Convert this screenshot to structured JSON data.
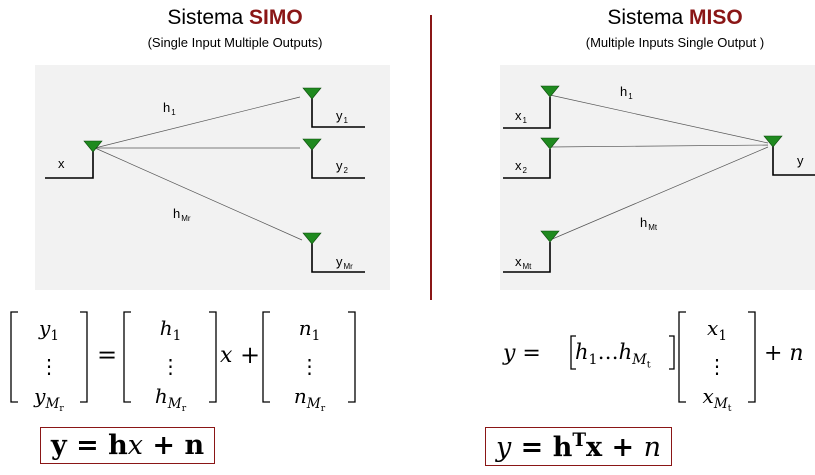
{
  "simo": {
    "title_prefix": "Sistema ",
    "title_bold": "SIMO",
    "subtitle": "(Single Input Multiple Outputs)",
    "input_label": "x",
    "channel_labels": {
      "first": "h",
      "first_sub": "1",
      "last": "h",
      "last_sub": "Mr"
    },
    "output_labels": [
      {
        "base": "y",
        "sub": "1"
      },
      {
        "base": "y",
        "sub": "2"
      },
      {
        "base": "y",
        "sub": "Mr"
      }
    ],
    "matrix_eq": {
      "y": {
        "top": "y",
        "top_sub": "1",
        "dots": "⋮",
        "bot": "y",
        "bot_sub": "M",
        "bot_subsub": "r"
      },
      "eq": "=",
      "h": {
        "top": "h",
        "top_sub": "1",
        "dots": "⋮",
        "bot": "h",
        "bot_sub": "M",
        "bot_subsub": "r"
      },
      "x": "x",
      "plus": "+",
      "n": {
        "top": "n",
        "top_sub": "1",
        "dots": "⋮",
        "bot": "n",
        "bot_sub": "M",
        "bot_subsub": "r"
      }
    },
    "compact_eq": {
      "y": "y",
      "eq": " = ",
      "h": "h",
      "x": "x",
      "plus": " + ",
      "n": "n"
    }
  },
  "miso": {
    "title_prefix": "Sistema ",
    "title_bold": "MISO",
    "subtitle": "(Multiple Inputs Single Output )",
    "output_label": "y",
    "channel_labels": {
      "first": "h",
      "first_sub": "1",
      "last": "h",
      "last_sub": "Mt"
    },
    "input_labels": [
      {
        "base": "x",
        "sub": "1"
      },
      {
        "base": "x",
        "sub": "2"
      },
      {
        "base": "x",
        "sub": "Mt"
      }
    ],
    "row_eq": {
      "lhs": "y = ",
      "row_start": "h",
      "row_start_sub": "1",
      "row_dots": "…",
      "row_end": "h",
      "row_end_sub": "M",
      "row_end_subsub": "t",
      "col": {
        "top": "x",
        "top_sub": "1",
        "dots": "⋮",
        "bot": "x",
        "bot_sub": "M",
        "bot_subsub": "t"
      },
      "plus_n": "+ n"
    },
    "compact_eq": {
      "y": "y",
      "eq": " = ",
      "h": "h",
      "sup": "T",
      "x": "x",
      "plus": " + ",
      "n": "n"
    }
  },
  "colors": {
    "accent": "#8a1616",
    "antenna": "#1f8a1f",
    "panel": "#f2f2f2"
  }
}
